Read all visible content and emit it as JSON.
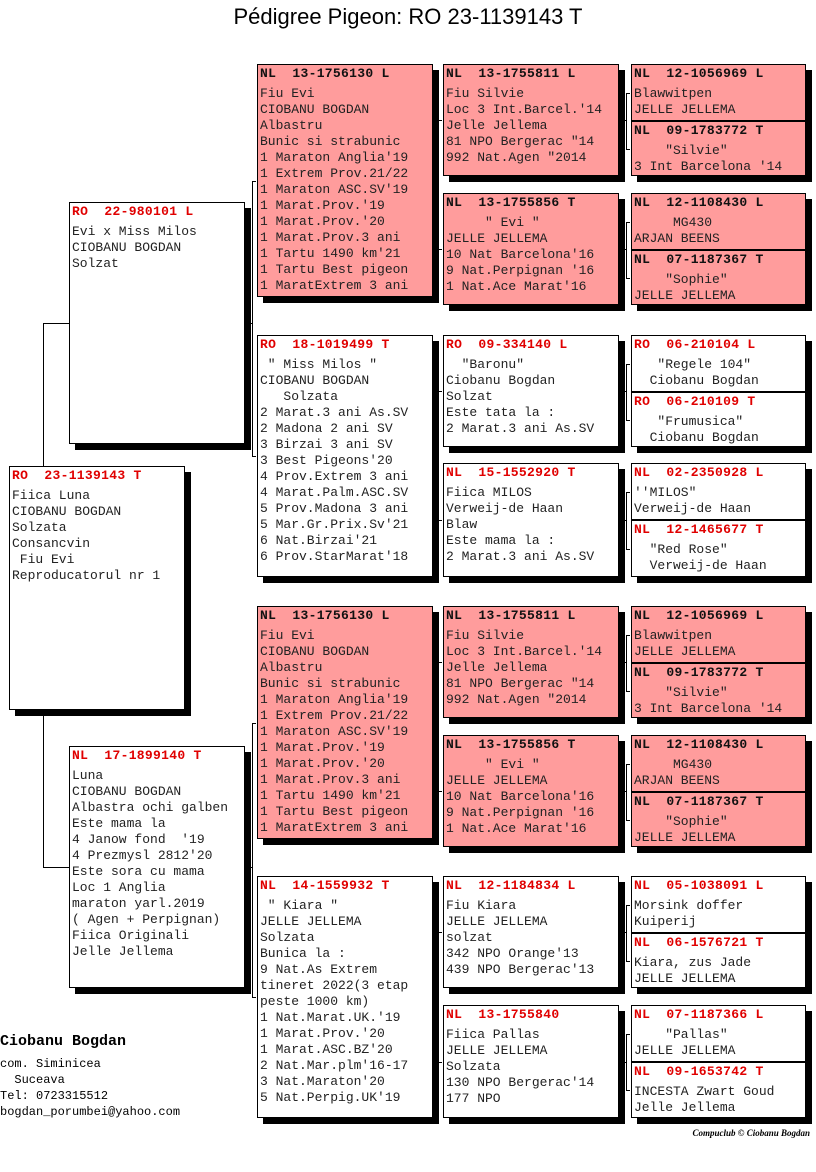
{
  "title": "Pédigree Pigeon: RO  23-1139143 T",
  "boxes": [
    {
      "ring": "RO  23-1139143 T",
      "lines": [
        "Fiica Luna",
        "CIOBANU BOGDAN",
        "Solzata",
        "Consancvin",
        " Fiu Evi",
        "Reproducatorul nr 1"
      ]
    },
    {
      "ring": "RO  22-980101 L",
      "lines": [
        "Evi x Miss Milos",
        "CIOBANU BOGDAN",
        "Solzat"
      ]
    },
    {
      "ring": "NL  17-1899140 T",
      "lines": [
        "Luna",
        "CIOBANU BOGDAN",
        "Albastra ochi galben",
        "Este mama la",
        "4 Janow fond  '19",
        "4 Prezmysl 2812'20",
        "Este sora cu mama",
        "Loc 1 Anglia",
        "maraton yarl.2019",
        "( Agen + Perpignan)",
        "Fiica Originali",
        "Jelle Jellema"
      ]
    },
    {
      "ring": "NL  13-1756130 L",
      "highlight": true,
      "lines": [
        "Fiu Evi",
        "CIOBANU BOGDAN",
        "Albastru",
        "Bunic si strabunic",
        "1 Maraton Anglia'19",
        "1 Extrem Prov.21/22",
        "1 Maraton ASC.SV'19",
        "1 Marat.Prov.'19",
        "1 Marat.Prov.'20",
        "1 Marat.Prov.3 ani",
        "1 Tartu 1490 km'21",
        "1 Tartu Best pigeon",
        "1 MaratExtrem 3 ani"
      ]
    },
    {
      "ring": "RO  18-1019499 T",
      "lines": [
        " \" Miss Milos \"",
        "CIOBANU BOGDAN",
        "   Solzata",
        "2 Marat.3 ani As.SV",
        "2 Madona 2 ani SV",
        "3 Birzai 3 ani SV",
        "3 Best Pigeons'20",
        "4 Prov.Extrem 3 ani",
        "4 Marat.Palm.ASC.SV",
        "5 Prov.Madona 3 ani",
        "5 Mar.Gr.Prix.Sv'21",
        "6 Nat.Birzai'21",
        "6 Prov.StarMarat'18"
      ]
    },
    {
      "ring": "NL  13-1756130 L",
      "highlight": true,
      "lines": [
        "Fiu Evi",
        "CIOBANU BOGDAN",
        "Albastru",
        "Bunic si strabunic",
        "1 Maraton Anglia'19",
        "1 Extrem Prov.21/22",
        "1 Maraton ASC.SV'19",
        "1 Marat.Prov.'19",
        "1 Marat.Prov.'20",
        "1 Marat.Prov.3 ani",
        "1 Tartu 1490 km'21",
        "1 Tartu Best pigeon",
        "1 MaratExtrem 3 ani"
      ]
    },
    {
      "ring": "NL  14-1559932 T",
      "lines": [
        " \" Kiara \"",
        "JELLE JELLEMA",
        "Solzata",
        "Bunica la :",
        "9 Nat.As Extrem",
        "tineret 2022(3 etap",
        "peste 1000 km)",
        "1 Nat.Marat.UK.'19",
        "1 Marat.Prov.'20",
        "1 Marat.ASC.BZ'20",
        "2 Nat.Mar.plm'16-17",
        "3 Nat.Maraton'20",
        "5 Nat.Perpig.UK'19"
      ]
    },
    {
      "ring": "NL  13-1755811 L",
      "highlight": true,
      "lines": [
        "Fiu Silvie",
        "Loc 3 Int.Barcel.'14",
        "Jelle Jellema",
        "81 NPO Bergerac \"14",
        "992 Nat.Agen \"2014"
      ]
    },
    {
      "ring": "NL  13-1755856 T",
      "highlight": true,
      "lines": [
        "     \" Evi \"",
        "JELLE JELLEMA",
        "10 Nat Barcelona'16",
        "9 Nat.Perpignan '16",
        "1 Nat.Ace Marat'16"
      ]
    },
    {
      "ring": "RO  09-334140 L",
      "lines": [
        "  \"Baronu\"",
        "Ciobanu Bogdan",
        "Solzat",
        "Este tata la :",
        "2 Marat.3 ani As.SV"
      ]
    },
    {
      "ring": "NL  15-1552920 T",
      "lines": [
        "Fiica MILOS",
        "Verweij-de Haan",
        "Blaw",
        "Este mama la :",
        "2 Marat.3 ani As.SV"
      ]
    },
    {
      "ring": "NL  13-1755811 L",
      "highlight": true,
      "lines": [
        "Fiu Silvie",
        "Loc 3 Int.Barcel.'14",
        "Jelle Jellema",
        "81 NPO Bergerac \"14",
        "992 Nat.Agen \"2014"
      ]
    },
    {
      "ring": "NL  13-1755856 T",
      "highlight": true,
      "lines": [
        "     \" Evi \"",
        "JELLE JELLEMA",
        "10 Nat Barcelona'16",
        "9 Nat.Perpignan '16",
        "1 Nat.Ace Marat'16"
      ]
    },
    {
      "ring": "NL  12-1184834 L",
      "lines": [
        "Fiu Kiara",
        "JELLE JELLEMA",
        "solzat",
        "342 NPO Orange'13",
        "439 NPO Bergerac'13"
      ]
    },
    {
      "ring": "NL  13-1755840",
      "lines": [
        "Fiica Pallas",
        "JELLE JELLEMA",
        "Solzata",
        "130 NPO Bergerac'14",
        "177 NPO"
      ]
    },
    {
      "ring": "NL  12-1056969 L",
      "highlight": true,
      "lines": [
        "Blawwitpen",
        "JELLE JELLEMA"
      ]
    },
    {
      "ring": "NL  09-1783772 T",
      "highlight": true,
      "lines": [
        "    \"Silvie\"",
        "3 Int Barcelona '14"
      ]
    },
    {
      "ring": "NL  12-1108430 L",
      "highlight": true,
      "lines": [
        "     MG430",
        "ARJAN BEENS"
      ]
    },
    {
      "ring": "NL  07-1187367 T",
      "highlight": true,
      "lines": [
        "    \"Sophie\"",
        "JELLE JELLEMA"
      ]
    },
    {
      "ring": "RO  06-210104 L",
      "lines": [
        "   \"Regele 104\"",
        "  Ciobanu Bogdan"
      ]
    },
    {
      "ring": "RO  06-210109 T",
      "lines": [
        "   \"Frumusica\"",
        "  Ciobanu Bogdan"
      ]
    },
    {
      "ring": "NL  02-2350928 L",
      "lines": [
        "''MILOS\"",
        "Verweij-de Haan"
      ]
    },
    {
      "ring": "NL  12-1465677 T",
      "lines": [
        "  \"Red Rose\"",
        "  Verweij-de Haan"
      ]
    },
    {
      "ring": "NL  12-1056969 L",
      "highlight": true,
      "lines": [
        "Blawwitpen",
        "JELLE JELLEMA"
      ]
    },
    {
      "ring": "NL  09-1783772 T",
      "highlight": true,
      "lines": [
        "    \"Silvie\"",
        "3 Int Barcelona '14"
      ]
    },
    {
      "ring": "NL  12-1108430 L",
      "highlight": true,
      "lines": [
        "     MG430",
        "ARJAN BEENS"
      ]
    },
    {
      "ring": "NL  07-1187367 T",
      "highlight": true,
      "lines": [
        "    \"Sophie\"",
        "JELLE JELLEMA"
      ]
    },
    {
      "ring": "NL  05-1038091 L",
      "lines": [
        "Morsink doffer",
        "Kuiperij"
      ]
    },
    {
      "ring": "NL  06-1576721 T",
      "lines": [
        "Kiara, zus Jade",
        "JELLE JELLEMA"
      ]
    },
    {
      "ring": "NL  07-1187366 L",
      "lines": [
        "    \"Pallas\"",
        "JELLE JELLEMA"
      ]
    },
    {
      "ring": "NL  09-1653742 T",
      "lines": [
        "INCESTA Zwart Goud",
        "Jelle Jellema"
      ]
    }
  ],
  "breeder": {
    "name": "Ciobanu Bogdan",
    "address1": "com. Siminicea",
    "address2": "  Suceava",
    "phone": "Tel: 0723315512",
    "email": "bogdan_porumbei@yahoo.com"
  },
  "credit": "Compuclub © Ciobanu Bogdan",
  "colors": {
    "highlight": "#ff9c9c",
    "ring": "#e00000"
  }
}
